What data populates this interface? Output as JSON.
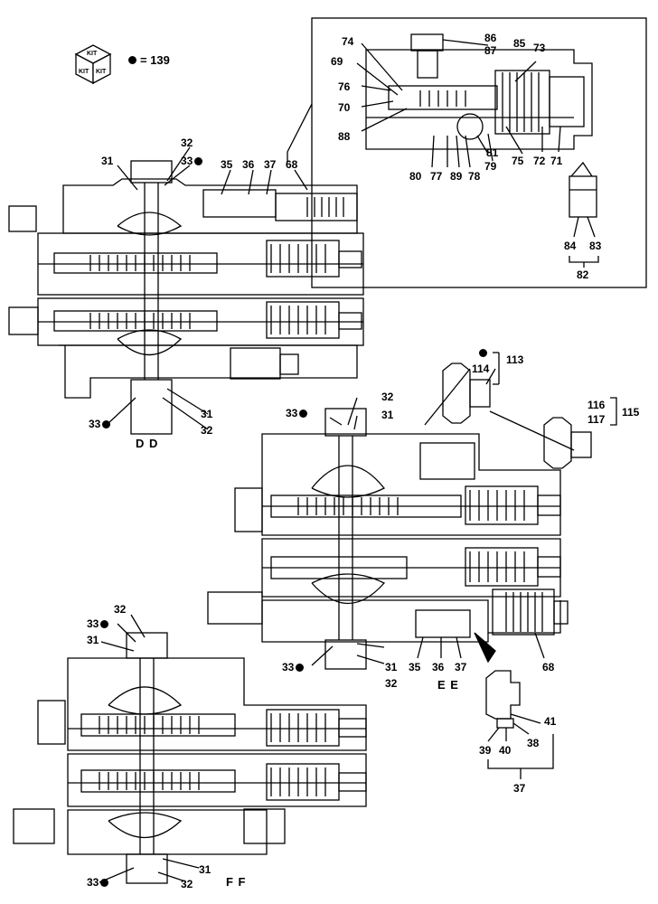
{
  "kit": {
    "box_labels": [
      "KIT",
      "KIT",
      "KIT"
    ],
    "count": "= 139"
  },
  "sections": {
    "d": "D  D",
    "e": "E  E",
    "f": "F  F"
  },
  "labels": {
    "top_left": [
      "31",
      "32",
      "33",
      "35",
      "36",
      "37",
      "68",
      "31",
      "32",
      "33"
    ],
    "inset": [
      "86",
      "87",
      "85",
      "74",
      "73",
      "69",
      "76",
      "70",
      "88",
      "81",
      "79",
      "75",
      "72",
      "71",
      "80",
      "77",
      "89",
      "78"
    ],
    "inset_cap": [
      "84",
      "83",
      "82"
    ],
    "right_plugs": [
      "113",
      "114",
      "116",
      "117",
      "115"
    ],
    "middle": [
      "33",
      "32",
      "31",
      "33",
      "31",
      "32",
      "35",
      "36",
      "37",
      "68"
    ],
    "small_part": [
      "41",
      "38",
      "39",
      "40",
      "37"
    ],
    "bottom_left": [
      "33",
      "32",
      "31",
      "33",
      "31",
      "32"
    ]
  }
}
